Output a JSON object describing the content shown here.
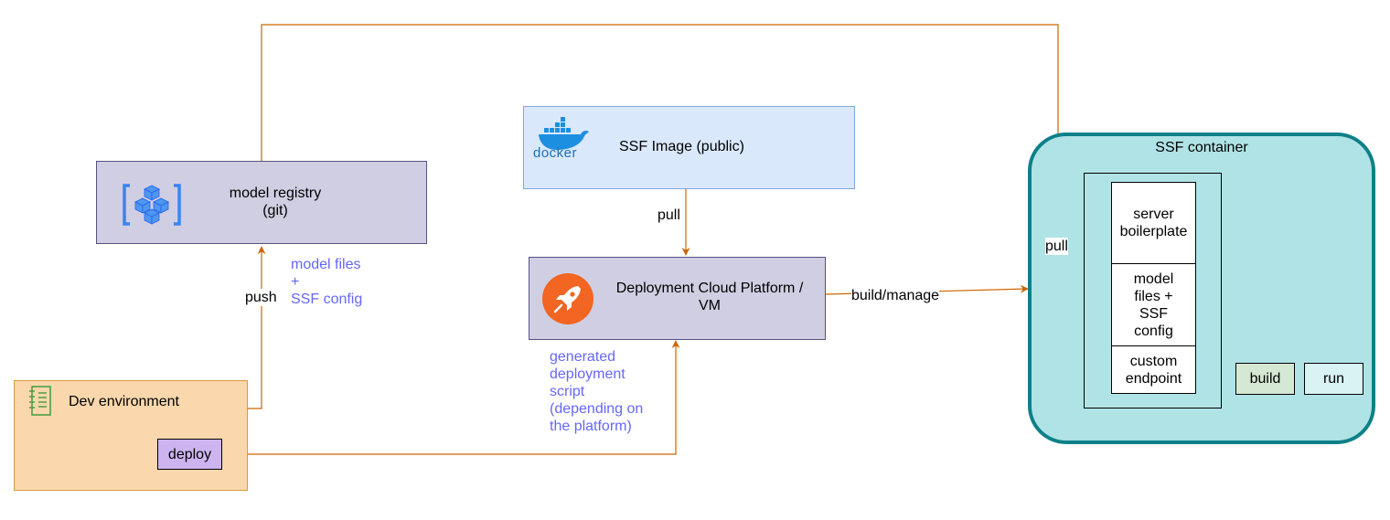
{
  "colors": {
    "edge_orange": "#cc6600",
    "registry_fill": "#d0cee2",
    "docker_fill": "#dae8fc",
    "dev_fill": "#fad7ac",
    "container_fill": "#b0e3e6",
    "container_border": "#0e8088",
    "build_fill": "#d5e8d4",
    "deploy_fill": "#cdb4f0",
    "annotation_blue": "#6666ff"
  },
  "nodes": {
    "model_registry": {
      "line1": "model registry",
      "line2": "(git)",
      "icon": "azure-registry-cubes-icon"
    },
    "ssf_image": {
      "label": "SSF Image (public)",
      "icon": "docker-whale-icon",
      "logo_text": "docker"
    },
    "deployment_platform": {
      "line1": "Deployment Cloud Platform /",
      "line2": "VM",
      "icon": "rocket-icon"
    },
    "dev_environment": {
      "label": "Dev environment",
      "icon": "notebook-icon",
      "deploy_label": "deploy"
    },
    "ssf_container": {
      "title": "SSF container",
      "server_boilerplate": [
        "server",
        "boilerplate"
      ],
      "model_files": [
        "model",
        "files +",
        "SSF",
        "config"
      ],
      "custom_endpoint": [
        "custom",
        "endpoint"
      ],
      "build_label": "build",
      "run_label": "run"
    }
  },
  "edges": {
    "push": "push",
    "pull_image": "pull",
    "pull_registry": "pull",
    "build_manage": "build/manage",
    "model_files_annotation": [
      "model files",
      "+",
      "SSF config"
    ],
    "deploy_annotation": [
      "generated",
      "deployment",
      "script",
      "(depending on",
      "the platform)"
    ]
  }
}
